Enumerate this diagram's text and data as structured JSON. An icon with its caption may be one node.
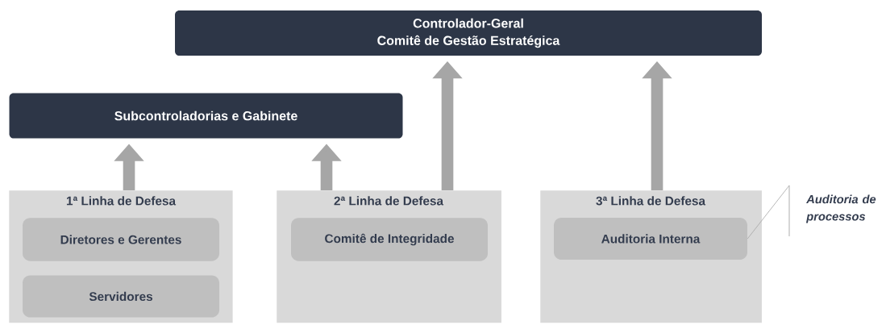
{
  "diagram": {
    "nodes": [
      {
        "text": [
          "Controlador-Geral",
          "Comitê de Gestão Estratégica"
        ]
      },
      {
        "text": [
          "Subcontroladorias e Gabinete"
        ]
      },
      {
        "text": [
          "1ª Linha de Defesa"
        ]
      },
      {
        "text": [
          "Diretores e Gerentes"
        ],
        "in": 2
      },
      {
        "text": [
          "Servidores"
        ],
        "in": 2
      },
      {
        "text": [
          "2ª Linha de Defesa"
        ]
      },
      {
        "text": [
          "Comitê de Integridade"
        ],
        "in": 5
      },
      {
        "text": [
          "3ª Linha de Defesa"
        ]
      },
      {
        "text": [
          "Auditoria Interna"
        ],
        "in": 7
      },
      {
        "text": [
          "Auditoria de processos"
        ]
      }
    ],
    "edges": [
      {
        "from": 2,
        "to": 1,
        "arrow": "to"
      },
      {
        "from": 5,
        "to": 1,
        "arrow": "to"
      },
      {
        "from": 5,
        "to": 0,
        "arrow": "to"
      },
      {
        "from": 7,
        "to": 0,
        "arrow": "to"
      },
      {
        "from": 9,
        "to": 8,
        "arrow": "none"
      }
    ]
  }
}
